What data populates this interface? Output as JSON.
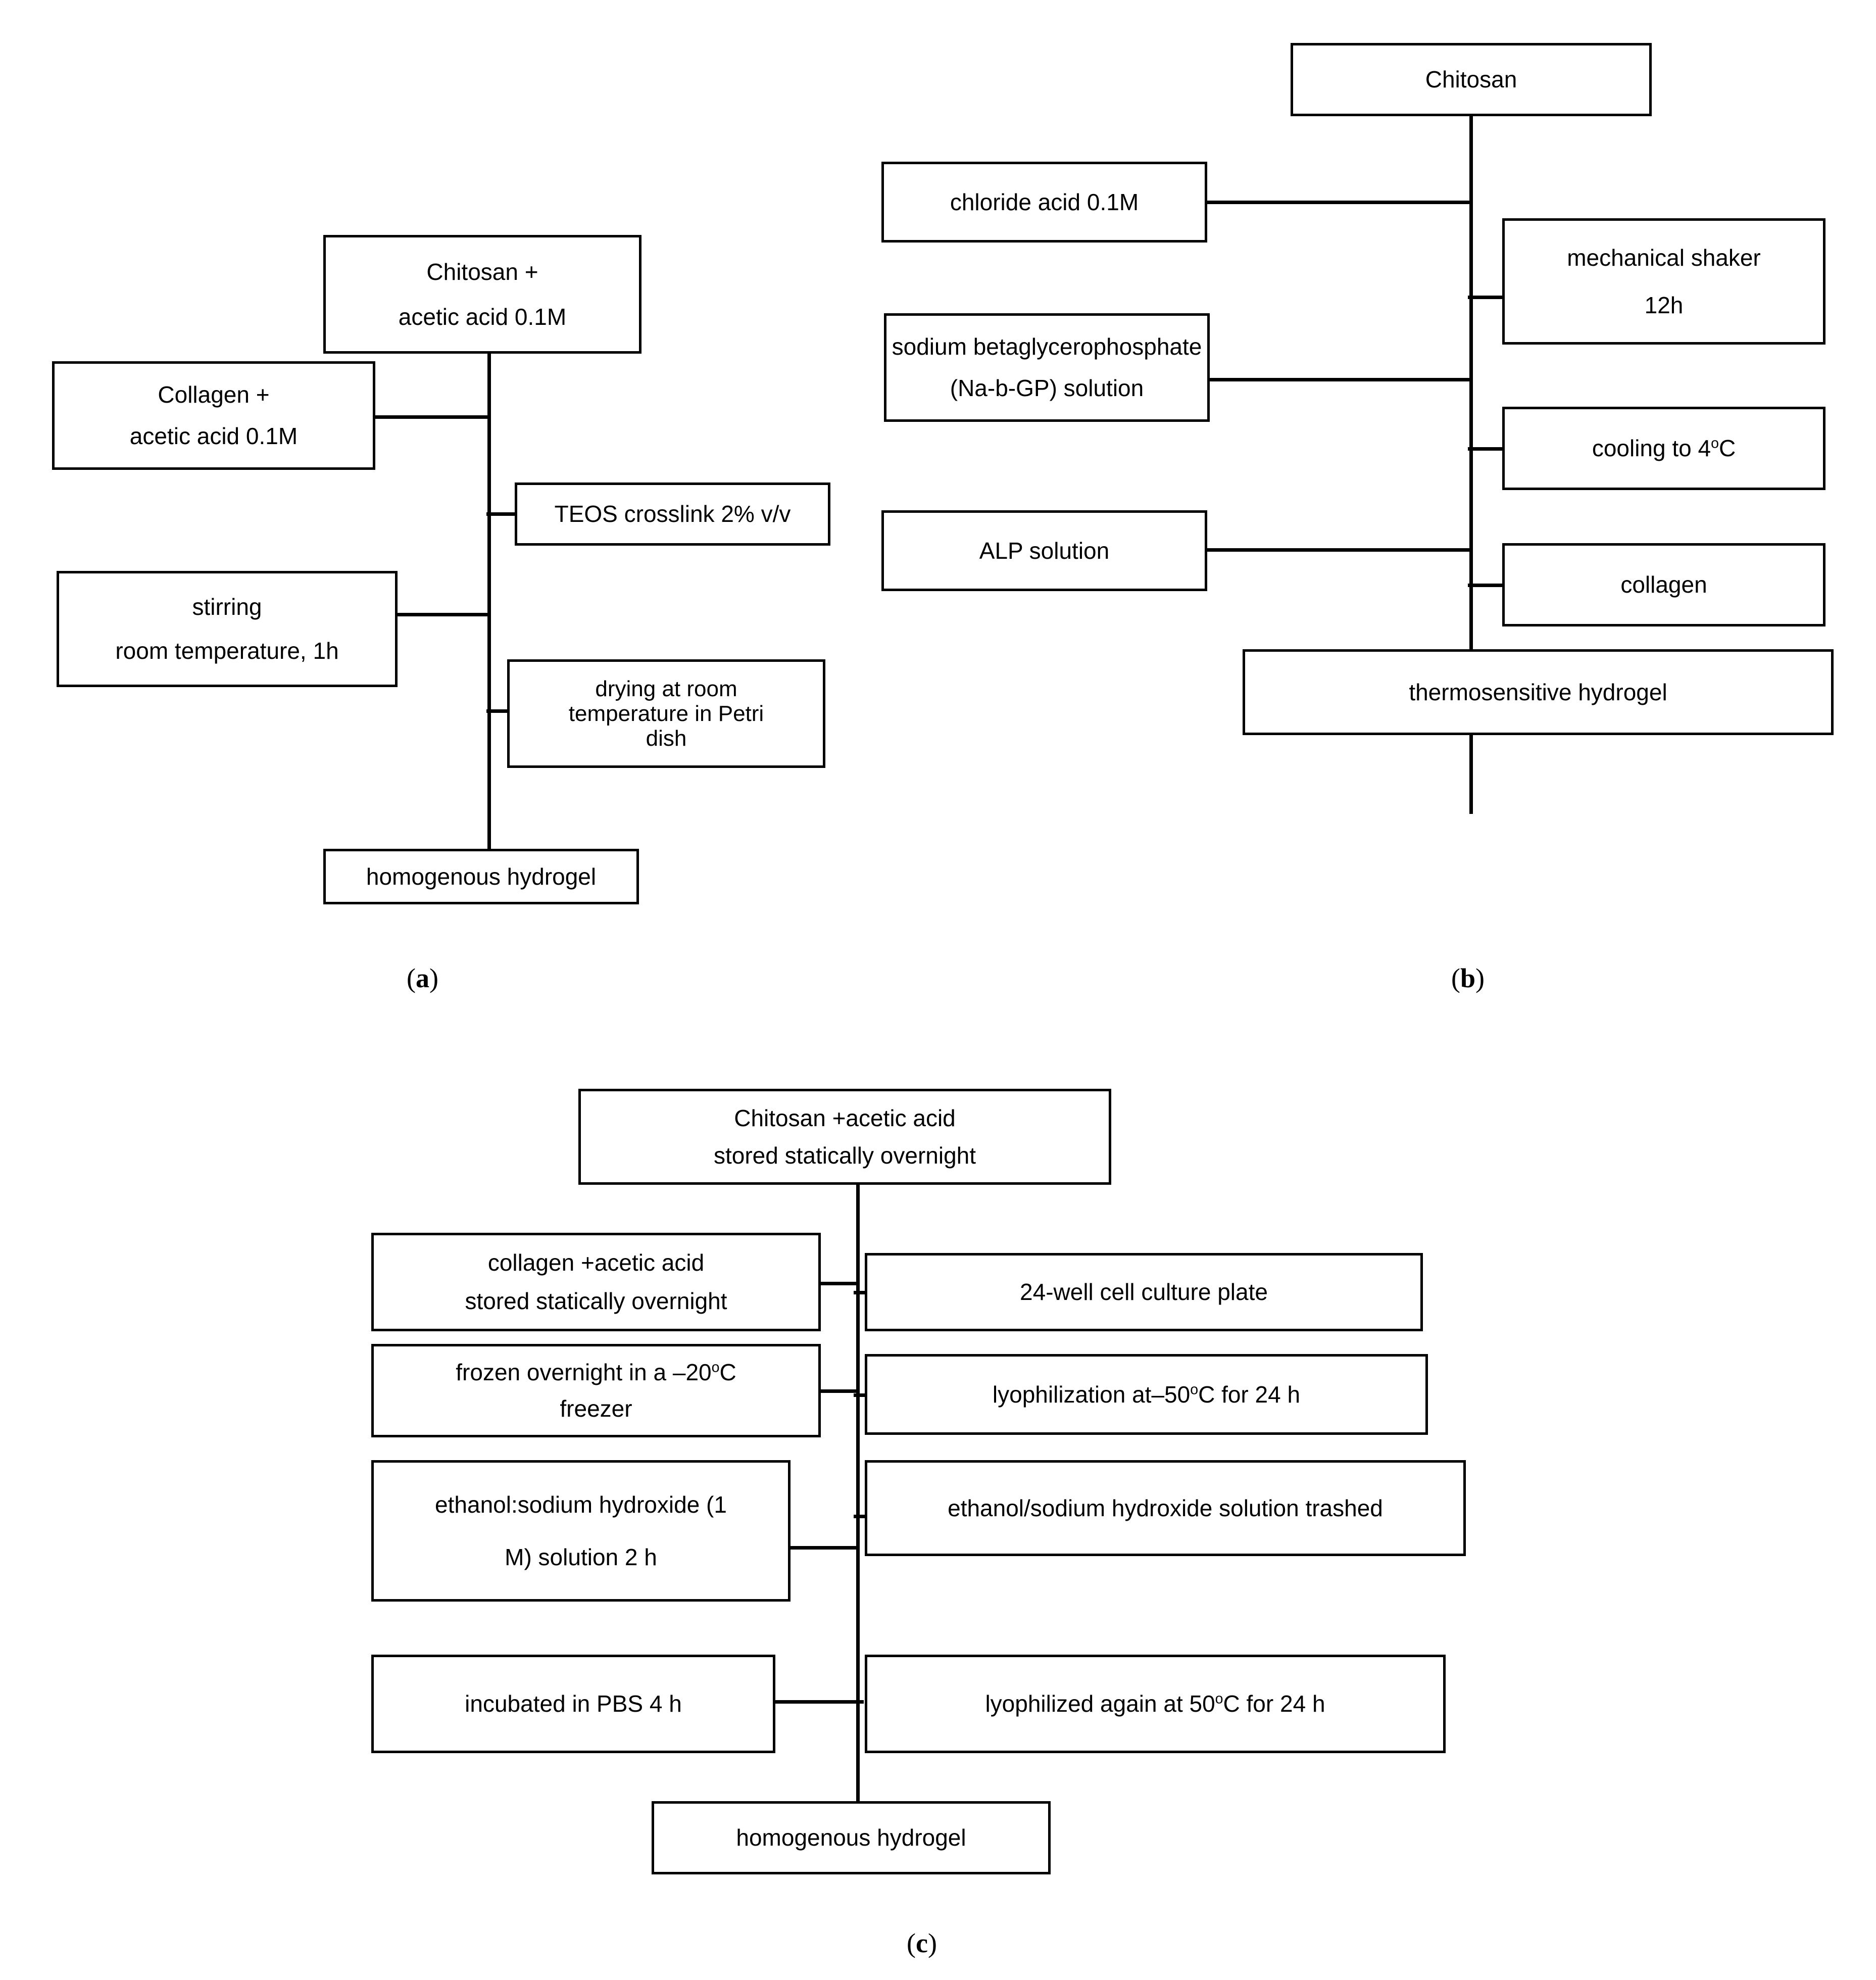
{
  "figure": {
    "type": "flowchart-figure",
    "panel_count": 3,
    "line_color": "#000000",
    "background": "#ffffff"
  },
  "panel_a": {
    "caption": "(a)",
    "caption_letter": "a",
    "nodes": {
      "chitosan_acid_l1": "Chitosan +",
      "chitosan_acid_l2": "acetic acid 0.1M",
      "collagen_acid_l1": "Collagen +",
      "collagen_acid_l2": "acetic acid 0.1M",
      "teos": "TEOS crosslink 2% v/v",
      "stirring_l1": "stirring",
      "stirring_l2": "room temperature, 1h",
      "drying_l1": "drying at room",
      "drying_l2": "temperature in Petri",
      "drying_l3": "dish",
      "result": "homogenous hydrogel"
    }
  },
  "panel_b": {
    "caption": "(b)",
    "caption_letter": "b",
    "nodes": {
      "chitosan": "Chitosan",
      "chloride_acid": "chloride acid 0.1M",
      "shaker_l1": "mechanical shaker",
      "shaker_l2": "12h",
      "na_b_gp_l1": "sodium betaglycerophosphate",
      "na_b_gp_l2": "(Na-b-GP) solution",
      "cooling_pre": "cooling to 4",
      "cooling_sup": "o",
      "cooling_post": "C",
      "alp": "ALP solution",
      "collagen": "collagen",
      "result": "thermosensitive hydrogel"
    }
  },
  "panel_c": {
    "caption": "(c)",
    "caption_letter": "c",
    "nodes": {
      "chitosan_l1": "Chitosan +acetic acid",
      "chitosan_l2": "stored statically overnight",
      "collagen_l1": "collagen +acetic acid",
      "collagen_l2": "stored statically overnight",
      "plate": "24-well cell culture plate",
      "frozen_pre": "frozen overnight in a –20",
      "frozen_sup": "o",
      "frozen_post": "C",
      "frozen_l2": "freezer",
      "lyo1_pre": "lyophilization at–50",
      "lyo1_sup": "o",
      "lyo1_post": "C for 24 h",
      "ethanol_l1": "ethanol:sodium hydroxide (1",
      "ethanol_l2": "M) solution 2 h",
      "ethanol_trashed": "ethanol/sodium hydroxide solution trashed",
      "pbs": "incubated in PBS 4 h",
      "lyo2_pre": "lyophilized again at 50",
      "lyo2_sup": "o",
      "lyo2_post": "C for 24 h",
      "result": "homogenous hydrogel"
    }
  }
}
